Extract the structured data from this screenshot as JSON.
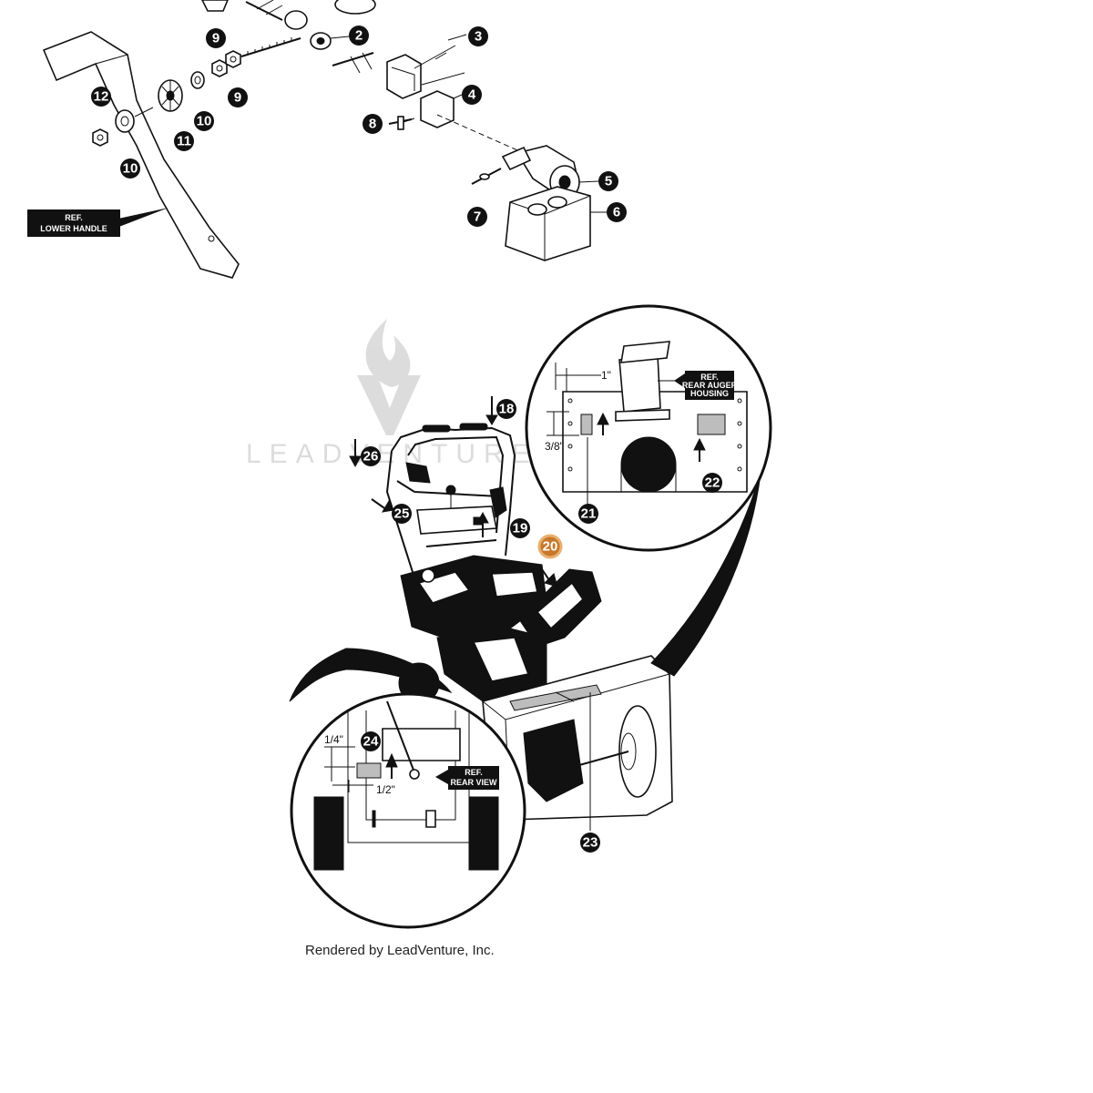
{
  "callouts": {
    "c2": "2",
    "c3": "3",
    "c4": "4",
    "c5": "5",
    "c6": "6",
    "c7": "7",
    "c8": "8",
    "c9a": "9",
    "c9b": "9",
    "c10a": "10",
    "c10b": "10",
    "c11": "11",
    "c12": "12",
    "c18": "18",
    "c19": "19",
    "c20": "20",
    "c21": "21",
    "c22": "22",
    "c23": "23",
    "c24": "24",
    "c25": "25",
    "c26": "26"
  },
  "ref_labels": {
    "lower_handle": {
      "line1": "REF.",
      "line2": "LOWER HANDLE"
    },
    "rear_auger_housing": {
      "line1": "REF.",
      "line2": "REAR AUGER",
      "line3": "HOUSING"
    },
    "rear_view": {
      "line1": "REF.",
      "line2": "REAR VIEW"
    }
  },
  "dimensions": {
    "d_1in": "1\"",
    "d_3_8in": "3/8\"",
    "d_1_4in": "1/4\"",
    "d_1_2in": "1/2\""
  },
  "watermark": {
    "text": "LEADVENTURE"
  },
  "credit": "Rendered by LeadVenture, Inc.",
  "colors": {
    "ink": "#111111",
    "selected_callout": "#c8782a",
    "decal_fill": "#bdbdbd",
    "watermark": "#d9d9d9"
  }
}
